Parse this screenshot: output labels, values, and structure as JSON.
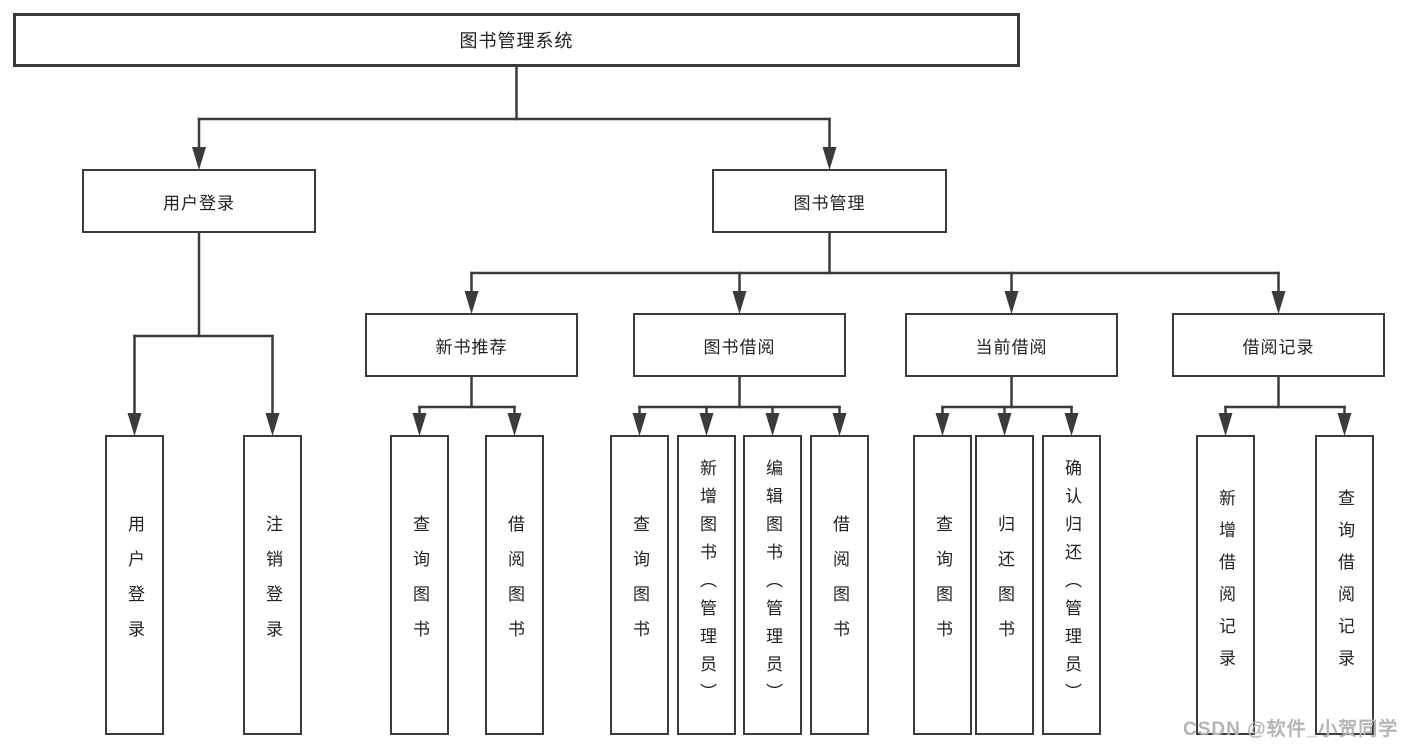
{
  "diagram": {
    "type": "tree",
    "title": "图书管理系统",
    "line_color": "#3b3b3b",
    "nodes": {
      "root": {
        "label": "图书管理系统"
      },
      "user_login": {
        "label": "用户登录"
      },
      "book_mgmt": {
        "label": "图书管理"
      },
      "new_book_rec": {
        "label": "新书推荐"
      },
      "book_borrow": {
        "label": "图书借阅"
      },
      "current_borrow": {
        "label": "当前借阅"
      },
      "borrow_records": {
        "label": "借阅记录"
      },
      "login": {
        "label": "用户登录"
      },
      "logout": {
        "label": "注销登录"
      },
      "nbr_query": {
        "label": "查询图书"
      },
      "nbr_borrow": {
        "label": "借阅图书"
      },
      "bb_query": {
        "label": "查询图书"
      },
      "bb_add": {
        "label": "新增图书（管理员）"
      },
      "bb_edit": {
        "label": "编辑图书（管理员）"
      },
      "bb_borrow": {
        "label": "借阅图书"
      },
      "cb_query": {
        "label": "查询图书"
      },
      "cb_return": {
        "label": "归还图书"
      },
      "cb_confirm": {
        "label": "确认归还（管理员）"
      },
      "br_add": {
        "label": "新增借阅记录"
      },
      "br_query": {
        "label": "查询借阅记录"
      }
    },
    "edges": [
      [
        "root",
        "user_login"
      ],
      [
        "root",
        "book_mgmt"
      ],
      [
        "user_login",
        "login"
      ],
      [
        "user_login",
        "logout"
      ],
      [
        "book_mgmt",
        "new_book_rec"
      ],
      [
        "book_mgmt",
        "book_borrow"
      ],
      [
        "book_mgmt",
        "current_borrow"
      ],
      [
        "book_mgmt",
        "borrow_records"
      ],
      [
        "new_book_rec",
        "nbr_query"
      ],
      [
        "new_book_rec",
        "nbr_borrow"
      ],
      [
        "book_borrow",
        "bb_query"
      ],
      [
        "book_borrow",
        "bb_add"
      ],
      [
        "book_borrow",
        "bb_edit"
      ],
      [
        "book_borrow",
        "bb_borrow"
      ],
      [
        "current_borrow",
        "cb_query"
      ],
      [
        "current_borrow",
        "cb_return"
      ],
      [
        "current_borrow",
        "cb_confirm"
      ],
      [
        "borrow_records",
        "br_add"
      ],
      [
        "borrow_records",
        "br_query"
      ]
    ]
  },
  "watermark": {
    "text": "CSDN @软件_小贺同学"
  }
}
